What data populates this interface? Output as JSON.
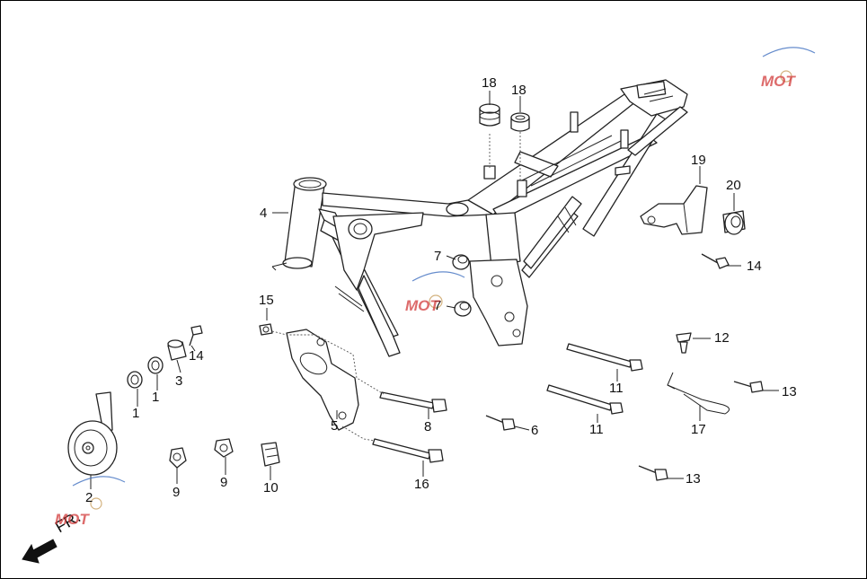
{
  "callouts": {
    "c1a": "1",
    "c1b": "1",
    "c2": "2",
    "c3": "3",
    "c4": "4",
    "c5": "5",
    "c6": "6",
    "c7a": "7",
    "c7b": "7",
    "c8": "8",
    "c9a": "9",
    "c9b": "9",
    "c10": "10",
    "c11a": "11",
    "c11b": "11",
    "c12": "12",
    "c13a": "13",
    "c13b": "13",
    "c14a": "14",
    "c14b": "14",
    "c15": "15",
    "c16": "16",
    "c17": "17",
    "c18a": "18",
    "c18b": "18",
    "c19": "19",
    "c20": "20"
  },
  "direction_label": "FR.",
  "watermark_text": "MOT",
  "colors": {
    "line": "#222222",
    "watermark": "#d23a3a"
  },
  "icons": {
    "direction": "arrow-front-icon",
    "watermark": "gear-logo-icon"
  }
}
